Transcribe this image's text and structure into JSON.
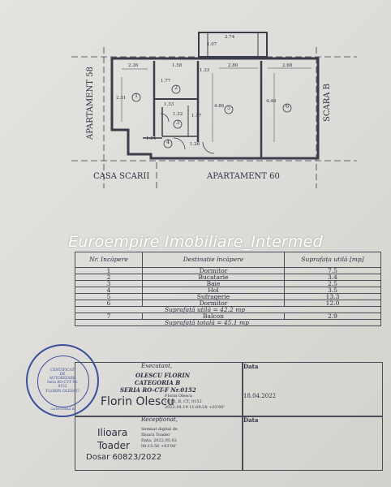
{
  "plan": {
    "left_label": "APARTAMENT 58",
    "right_label": "SCARA B",
    "bottom_left_label": "CASA SCARII",
    "bottom_center_label": "APARTAMENT 60",
    "dimensions": [
      "2.74",
      "1.07",
      "2.26",
      "1.58",
      "1.33",
      "2.80",
      "2.68",
      "2.31",
      "1.77",
      "4.86",
      "4.48",
      "1.17",
      "1.26",
      "1.04",
      "1.32",
      "1.33"
    ],
    "room_numbers": [
      "1",
      "2",
      "3",
      "4",
      "5",
      "6"
    ]
  },
  "watermark": "Euroempire Imobiliare_Intermed",
  "table": {
    "headers": [
      "Nr. Incăpere",
      "Destinatie încăpere",
      "Suprafața utilă [mp]"
    ],
    "rows": [
      {
        "nr": "1",
        "dest": "Dormitor",
        "area": "7.5"
      },
      {
        "nr": "2",
        "dest": "Bucatarie",
        "area": "3.4"
      },
      {
        "nr": "3",
        "dest": "Baie",
        "area": "2.5"
      },
      {
        "nr": "4",
        "dest": "Hol",
        "area": "3.5"
      },
      {
        "nr": "5",
        "dest": "Sufragerie",
        "area": "13.3"
      },
      {
        "nr": "6",
        "dest": "Dormitor",
        "area": "12.0"
      }
    ],
    "useful_total": "Suprafață utilă = 42.2 mp",
    "balcony_nr": "7",
    "balcony_label": "Balcon",
    "balcony_area": "2.9",
    "grand_total": "Suprafață totală = 45.1 mp"
  },
  "executant": {
    "heading": "Executant,",
    "name": "OLESCU FLORIN",
    "category": "CATEGORIA B",
    "series": "SERIA RO-CT-F Nr.0152",
    "date_heading": "Data",
    "date": "18.04.2022",
    "signature_name": "Florin Olescu",
    "digital_sig": [
      "Florin Olescu",
      "OCPI, B, CT, 0152",
      "2022.04.19 11:09:28 +03'00'"
    ]
  },
  "receiver": {
    "heading": "Recepționat,",
    "date_heading": "Data",
    "name_line1": "Ilioara",
    "name_line2": "Toader",
    "digital_sig": [
      "Semnat digital de",
      "Ilioara Toader",
      "Data: 2022.05.02",
      "08:15:50 +03'00'"
    ],
    "dosar": "Dosar 60823/2022"
  },
  "stamp": {
    "title": "CERTIFICAT DE AUTORIZARE",
    "series": "Seria RO-CT-F Nr. 0152",
    "name": "FLORIN OLESCU",
    "category": "CATEGORIA B"
  },
  "colors": {
    "ink": "#2b2f40",
    "stamp": "#3d4f9a",
    "watermark": "#ffffff"
  }
}
